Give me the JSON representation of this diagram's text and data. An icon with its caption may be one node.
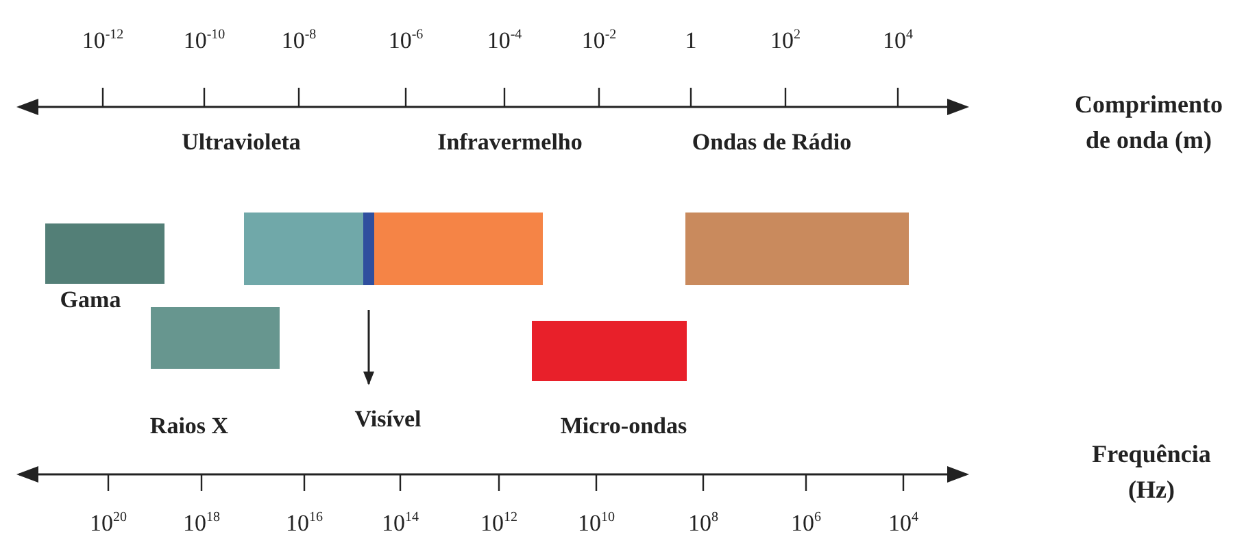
{
  "diagram": {
    "nodes": [
      {
        "text": [],
        "shape": "bar",
        "beside": [
          "Gama"
        ]
      },
      {
        "text": [],
        "shape": "bar",
        "beside": [
          "Ultravioleta"
        ]
      },
      {
        "text": [],
        "shape": "bar"
      },
      {
        "text": [],
        "shape": "bar",
        "beside": [
          "Infravermelho"
        ]
      },
      {
        "text": [],
        "shape": "bar",
        "beside": [
          "Ondas de Rádio"
        ]
      },
      {
        "text": [],
        "shape": "bar",
        "beside": [
          "Raios X"
        ]
      },
      {
        "text": [],
        "shape": "bar",
        "beside": [
          "Micro-ondas"
        ]
      },
      {
        "text": [
          "Visível"
        ]
      }
    ],
    "edges": [
      {
        "from": 2,
        "to": 7,
        "arrow": "to"
      }
    ],
    "labels": [
      "10$^{-12}$",
      "10$^{-10}$",
      "10$^{-8}$",
      "10$^{-6}$",
      "10$^{-4}$",
      "10$^{-2}$",
      "1",
      "10$^{2}$",
      "10$^{4}$",
      "Comprimento de onda (m)",
      "Frequência (Hz)",
      "10$^{20}$",
      "10$^{18}$",
      "10$^{16}$",
      "10$^{14}$",
      "10$^{12}$",
      "10$^{10}$",
      "10$^{8}$",
      "10$^{6}$",
      "10$^{4}$"
    ]
  }
}
